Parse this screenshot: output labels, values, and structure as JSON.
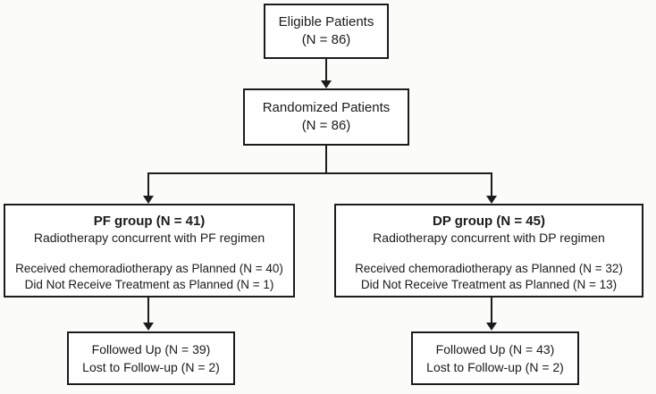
{
  "diagram_type": "patient-flow-chart",
  "colors": {
    "background": "#fbfbf9",
    "box_fill": "#fefefe",
    "box_border": "#1c1c1c",
    "connector": "#1c1c1c",
    "text": "#1b1b1b"
  },
  "nodes": {
    "eligible": {
      "lines": [
        "Eligible Patients",
        "(N = 86)"
      ]
    },
    "randomized": {
      "lines": [
        "Randomized Patients",
        "(N = 86)"
      ]
    },
    "pf_group": {
      "title": "PF group (N = 41)",
      "subtitle": "Radiotherapy concurrent with PF regimen",
      "details": [
        "Received chemoradiotherapy as Planned (N = 40)",
        "Did Not Receive Treatment as Planned (N = 1)"
      ]
    },
    "dp_group": {
      "title": "DP group (N = 45)",
      "subtitle": "Radiotherapy concurrent with DP regimen",
      "details": [
        "Received chemoradiotherapy as Planned (N = 32)",
        "Did Not Receive Treatment as Planned (N = 13)"
      ]
    },
    "pf_followup": {
      "lines": [
        "Followed Up (N = 39)",
        "Lost to Follow-up (N = 2)"
      ]
    },
    "dp_followup": {
      "lines": [
        "Followed Up (N = 43)",
        "Lost to Follow-up (N = 2)"
      ]
    }
  }
}
